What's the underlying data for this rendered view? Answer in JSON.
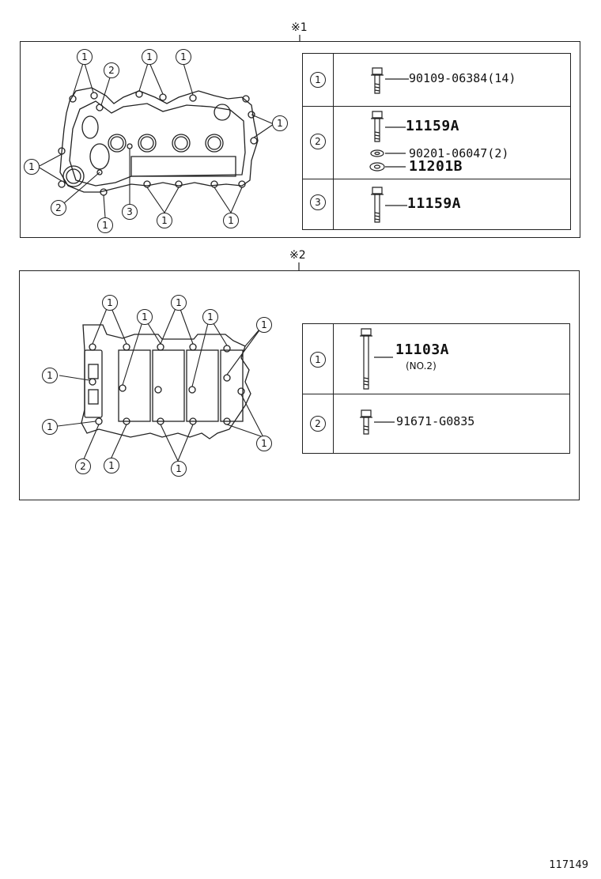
{
  "section1": {
    "marker": "※1",
    "rows": [
      {
        "num": "1",
        "parts": [
          {
            "pn": "90109-06384(14)",
            "style": "normal"
          }
        ]
      },
      {
        "num": "2",
        "parts": [
          {
            "pn": "11159A",
            "style": "big"
          },
          {
            "pn": "90201-06047(2)",
            "style": "normal"
          },
          {
            "pn": "11201B",
            "style": "big"
          }
        ]
      },
      {
        "num": "3",
        "parts": [
          {
            "pn": "11159A",
            "style": "big"
          }
        ]
      }
    ],
    "callouts": [
      "1",
      "2",
      "1",
      "1",
      "1",
      "1",
      "2",
      "3",
      "1",
      "1",
      "1"
    ]
  },
  "section2": {
    "marker": "※2",
    "rows": [
      {
        "num": "1",
        "parts": [
          {
            "pn": "11103A",
            "style": "big"
          }
        ],
        "note": "(NO.2)"
      },
      {
        "num": "2",
        "parts": [
          {
            "pn": "91671-G0835",
            "style": "normal"
          }
        ]
      }
    ],
    "callouts": [
      "1",
      "1",
      "1",
      "1",
      "1",
      "1",
      "1",
      "2",
      "1",
      "1",
      "1"
    ]
  },
  "footer": {
    "code": "117149"
  }
}
